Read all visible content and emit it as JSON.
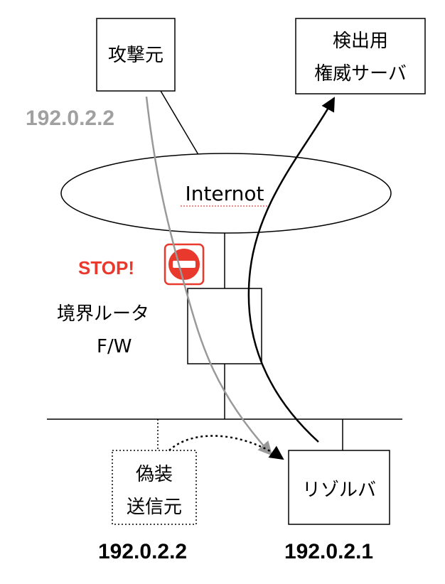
{
  "nodes": {
    "attacker": {
      "label": "攻撃元"
    },
    "auth_server": {
      "line1": "検出用",
      "line2": "権威サーバ"
    },
    "internet": {
      "label": "Internot"
    },
    "border_router": {
      "line1": "境界ルータ",
      "line2": "F/W"
    },
    "spoofed_source": {
      "line1": "偽装",
      "line2": "送信元"
    },
    "resolver": {
      "label": "リゾルバ"
    }
  },
  "addresses": {
    "attacker_ip": "192.0.2.2",
    "spoofed_ip": "192.0.2.2",
    "resolver_ip": "192.0.2.1"
  },
  "stop": {
    "label": "STOP!",
    "icon": "no-entry-icon"
  },
  "colors": {
    "stop_red": "#e8392c",
    "attack_path_gray": "#999999",
    "attacker_ip_gray": "#a0a0a0"
  }
}
